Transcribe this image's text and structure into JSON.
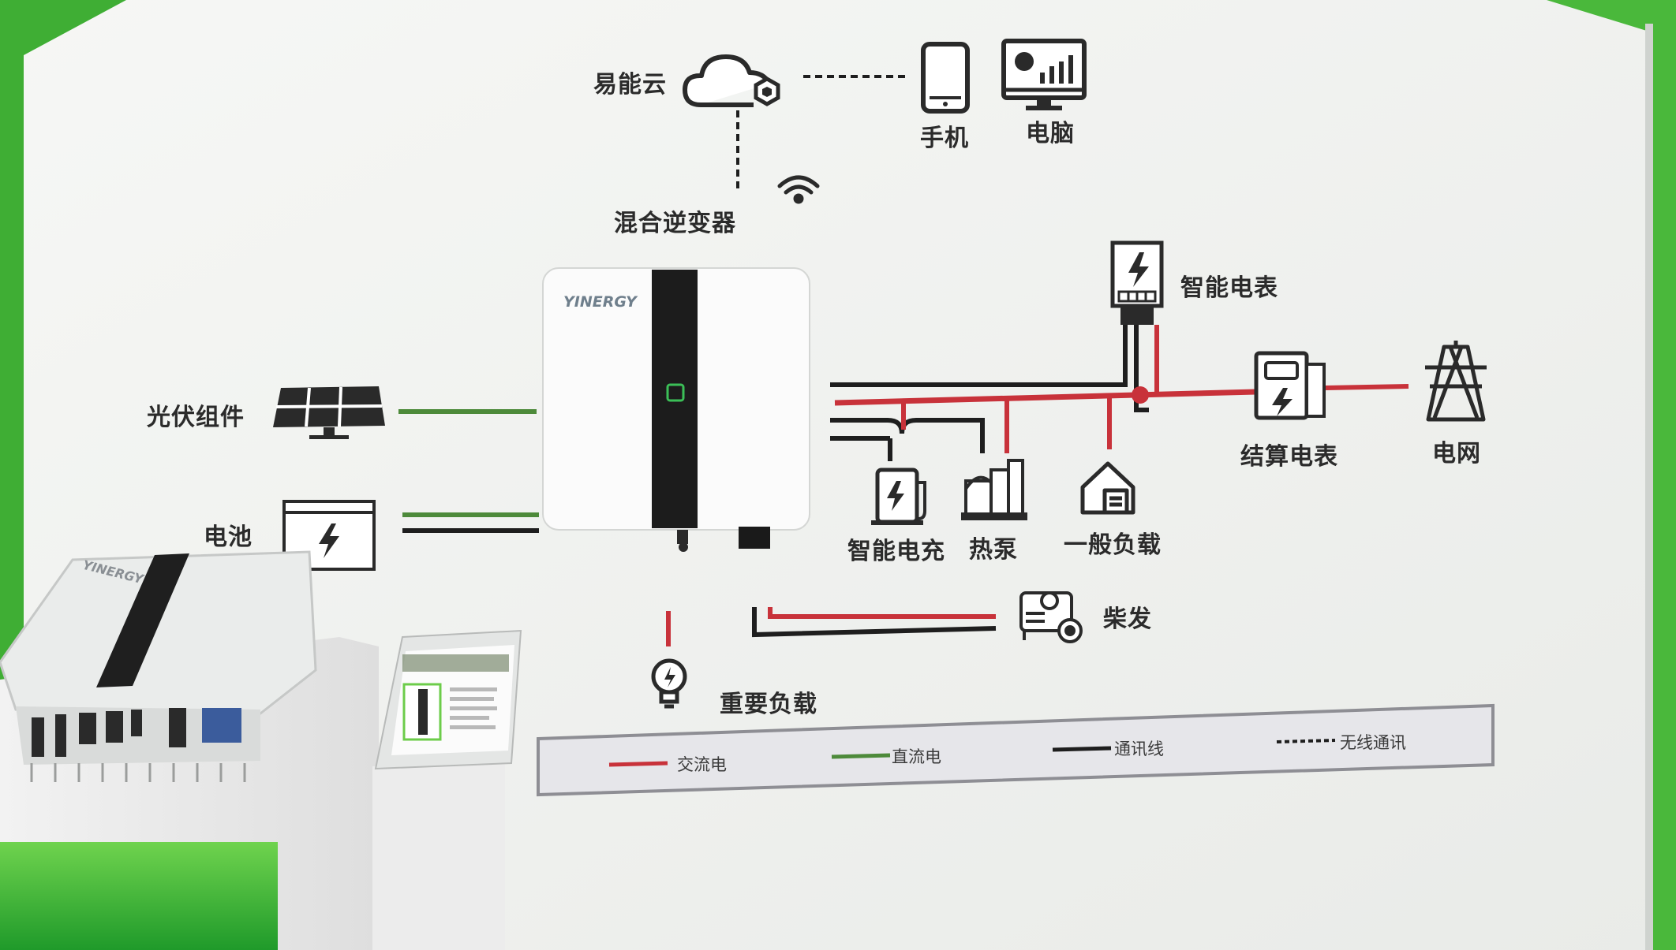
{
  "labels": {
    "cloud": "易能云",
    "phone": "手机",
    "pc": "电脑",
    "inverter": "混合逆变器",
    "pv": "光伏组件",
    "battery": "电池",
    "smart_meter": "智能电表",
    "settlement_meter": "结算电表",
    "grid": "电网",
    "ev_charger": "智能电充",
    "heat_pump": "热泵",
    "general_load": "一般负载",
    "diesel": "柴发",
    "critical_load": "重要负载"
  },
  "legend": {
    "ac": "交流电",
    "dc": "直流电",
    "comm": "通讯线",
    "wireless": "无线通讯"
  },
  "brand": {
    "wall_unit": "YINERGY",
    "display_unit": "YINERGY"
  },
  "colors": {
    "ac": "#c8323a",
    "dc": "#4d8a3a",
    "comm": "#1e1e1e",
    "booth_green": "#3fae34",
    "wall": "#f2f3f1"
  }
}
